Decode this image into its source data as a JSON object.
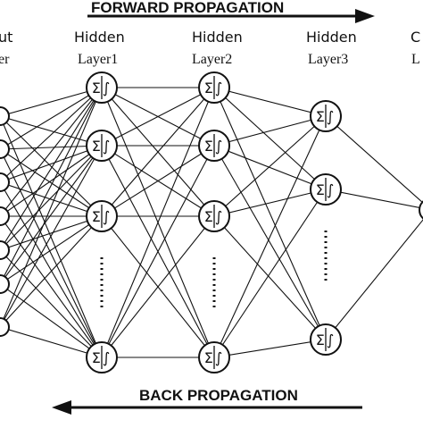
{
  "arrows": {
    "forward_label": "FORWARD PROPAGATION",
    "back_label": "BACK PROPAGATION"
  },
  "layers": {
    "input": {
      "line1": "ut",
      "line2": "er"
    },
    "hidden1": {
      "line1": "Hidden",
      "line2": "Layer1"
    },
    "hidden2": {
      "line1": "Hidden",
      "line2": "Layer2"
    },
    "hidden3": {
      "line1": "Hidden",
      "line2": "Layer3"
    },
    "output": {
      "line1": "C",
      "line2": "L"
    }
  },
  "neuron_symbol": "Σ∫",
  "colors": {
    "ink": "#111111",
    "background": "#ffffff"
  }
}
